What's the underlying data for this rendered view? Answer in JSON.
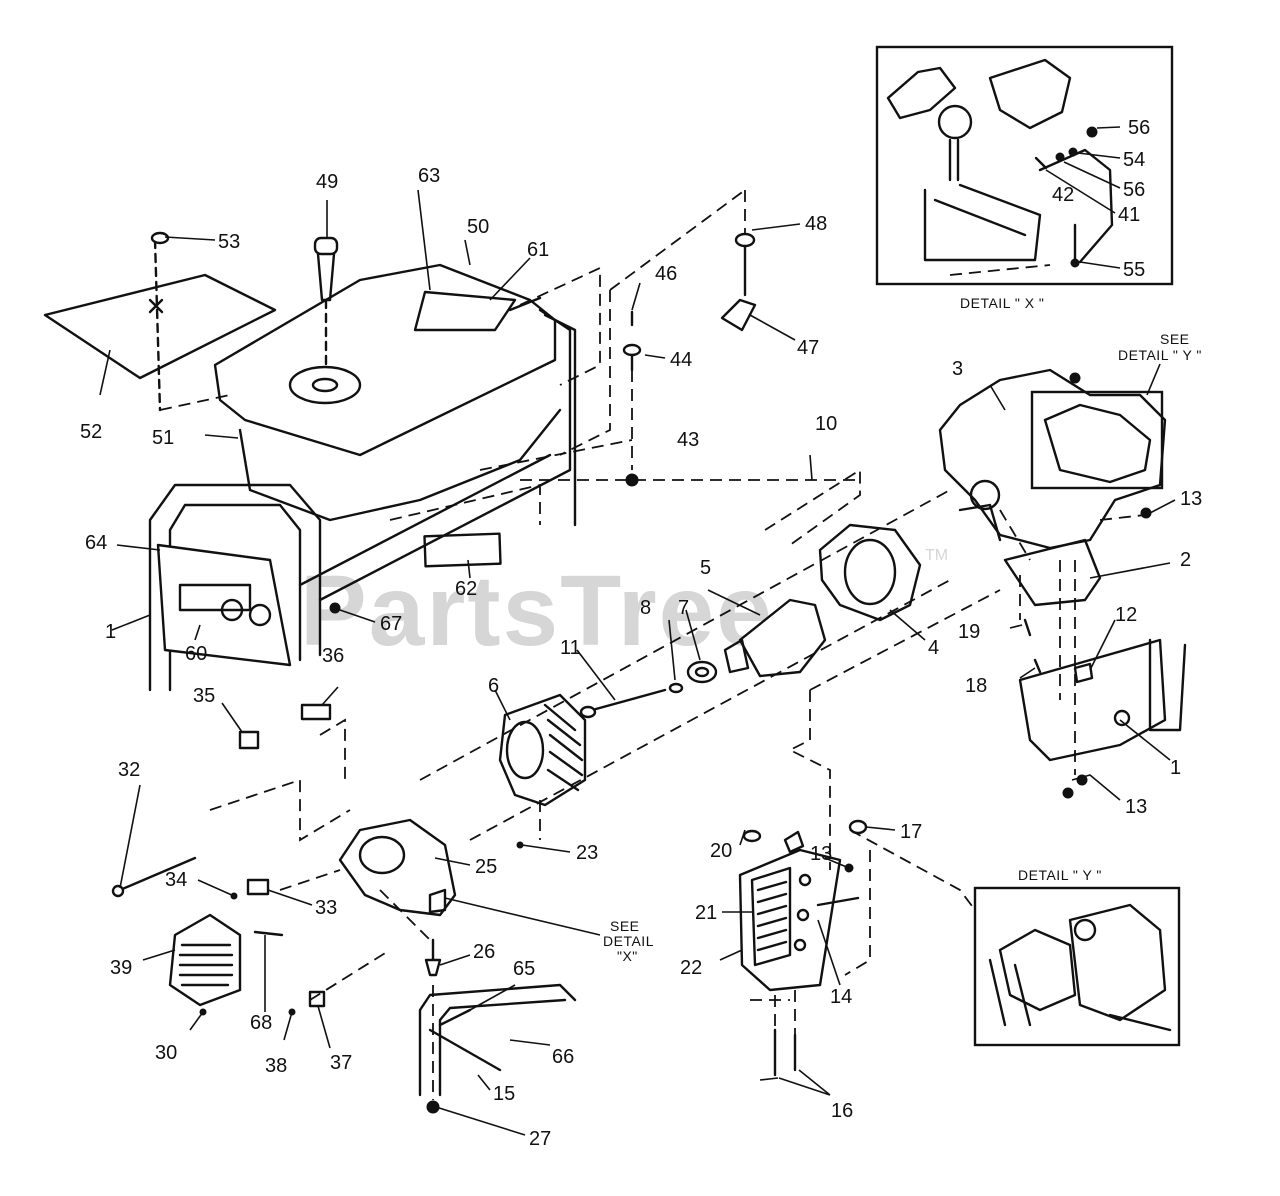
{
  "watermark": {
    "text": "PartsTree",
    "mark": "TM"
  },
  "detail_x": {
    "title": "DETAIL \" X \""
  },
  "detail_y": {
    "title": "DETAIL \" Y \""
  },
  "see_detail_y": {
    "line1": "SEE",
    "line2": "DETAIL \" Y \""
  },
  "see_detail_x": {
    "line1": "SEE",
    "line2": "DETAIL",
    "line3": "\"X\""
  },
  "callouts": {
    "c1a": "1",
    "c1b": "1",
    "c2": "2",
    "c3": "3",
    "c4": "4",
    "c5": "5",
    "c6": "6",
    "c7": "7",
    "c8": "8",
    "c10": "10",
    "c11": "11",
    "c12": "12",
    "c13a": "13",
    "c13b": "13",
    "c13c": "13",
    "c14": "14",
    "c15": "15",
    "c16": "16",
    "c17": "17",
    "c18": "18",
    "c19": "19",
    "c20": "20",
    "c21": "21",
    "c22": "22",
    "c23": "23",
    "c25": "25",
    "c26": "26",
    "c27": "27",
    "c30": "30",
    "c32": "32",
    "c33": "33",
    "c34": "34",
    "c35": "35",
    "c36": "36",
    "c37": "37",
    "c38": "38",
    "c39": "39",
    "c41": "41",
    "c42": "42",
    "c43": "43",
    "c44": "44",
    "c46": "46",
    "c47": "47",
    "c48": "48",
    "c49": "49",
    "c50": "50",
    "c51": "51",
    "c52": "52",
    "c53": "53",
    "c54": "54",
    "c55": "55",
    "c56a": "56",
    "c56b": "56",
    "c60": "60",
    "c61": "61",
    "c62": "62",
    "c63": "63",
    "c64": "64",
    "c65": "65",
    "c66": "66",
    "c67": "67",
    "c68": "68"
  }
}
